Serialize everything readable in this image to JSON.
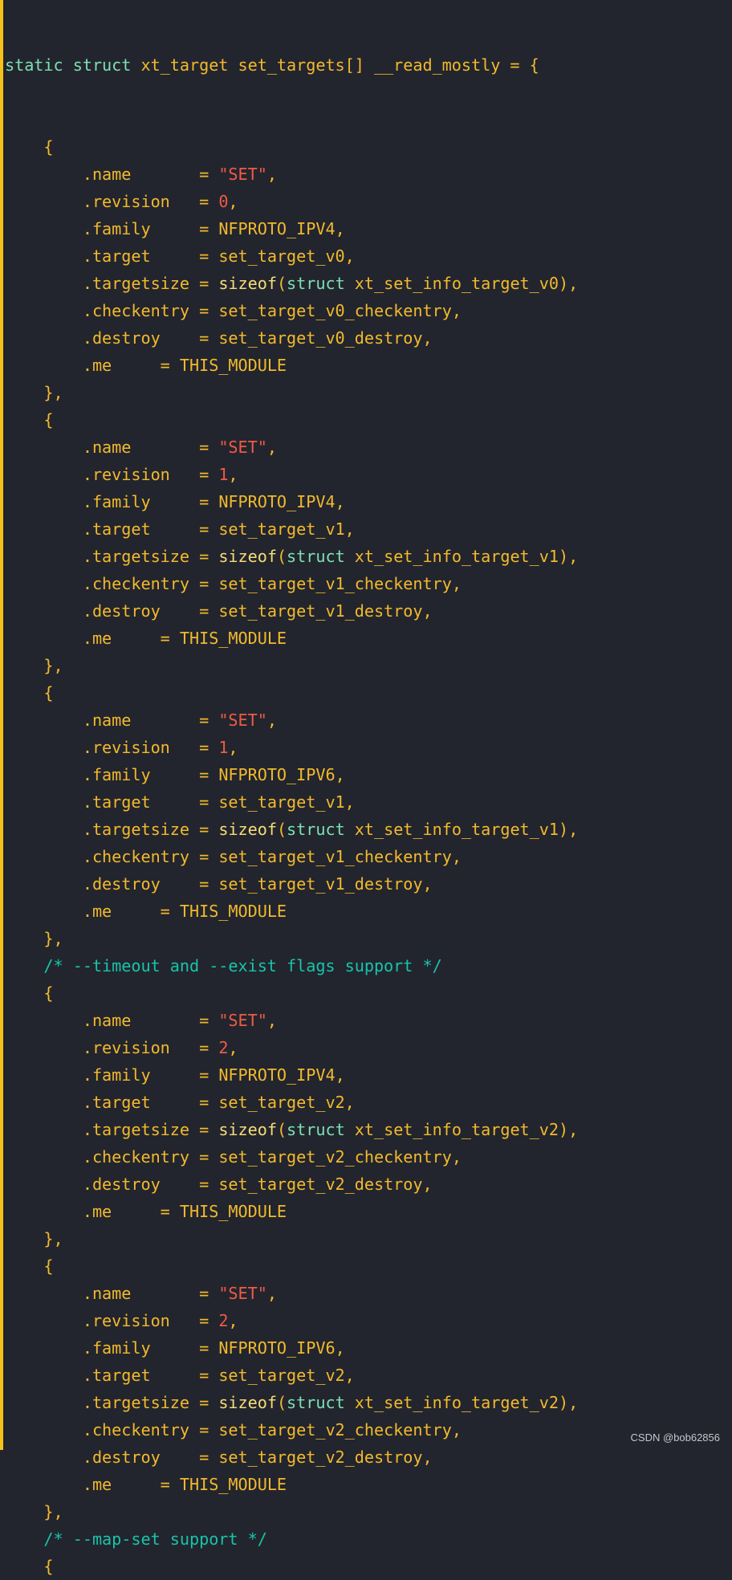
{
  "editor": {
    "header": {
      "kw1": "static",
      "kw2": "struct",
      "rest": " xt_target set_targets[] __read_mostly = {"
    },
    "entries": [
      {
        "comment": "",
        "name": "\"SET\"",
        "revision": "0",
        "family": "NFPROTO_IPV4",
        "target": "set_target_v0",
        "targetsize_struct": "xt_set_info_target_v0",
        "checkentry": "set_target_v0_checkentry",
        "destroy": "set_target_v0_destroy",
        "me": "THIS_MODULE"
      },
      {
        "comment": "",
        "name": "\"SET\"",
        "revision": "1",
        "family": "NFPROTO_IPV4",
        "target": "set_target_v1",
        "targetsize_struct": "xt_set_info_target_v1",
        "checkentry": "set_target_v1_checkentry",
        "destroy": "set_target_v1_destroy",
        "me": "THIS_MODULE"
      },
      {
        "comment": "",
        "name": "\"SET\"",
        "revision": "1",
        "family": "NFPROTO_IPV6",
        "target": "set_target_v1",
        "targetsize_struct": "xt_set_info_target_v1",
        "checkentry": "set_target_v1_checkentry",
        "destroy": "set_target_v1_destroy",
        "me": "THIS_MODULE"
      },
      {
        "comment": "/* --timeout and --exist flags support */",
        "name": "\"SET\"",
        "revision": "2",
        "family": "NFPROTO_IPV4",
        "target": "set_target_v2",
        "targetsize_struct": "xt_set_info_target_v2",
        "checkentry": "set_target_v2_checkentry",
        "destroy": "set_target_v2_destroy",
        "me": "THIS_MODULE"
      },
      {
        "comment": "",
        "name": "\"SET\"",
        "revision": "2",
        "family": "NFPROTO_IPV6",
        "target": "set_target_v2",
        "targetsize_struct": "xt_set_info_target_v2",
        "checkentry": "set_target_v2_checkentry",
        "destroy": "set_target_v2_destroy",
        "me": "THIS_MODULE"
      }
    ],
    "trailing_comment": "/* --map-set support */",
    "trailing_brace": "{"
  },
  "labels": {
    "name": ".name       = ",
    "revision": ".revision   = ",
    "family": ".family     = ",
    "target": ".target     = ",
    "targetsize": ".targetsize = ",
    "sizeof": "sizeof",
    "struct": "struct",
    "checkentry": ".checkentry = ",
    "destroy": ".destroy    = ",
    "me": ".me     = ",
    "open_brace": "{",
    "close_brace": "},"
  },
  "watermark": "CSDN @bob62856"
}
